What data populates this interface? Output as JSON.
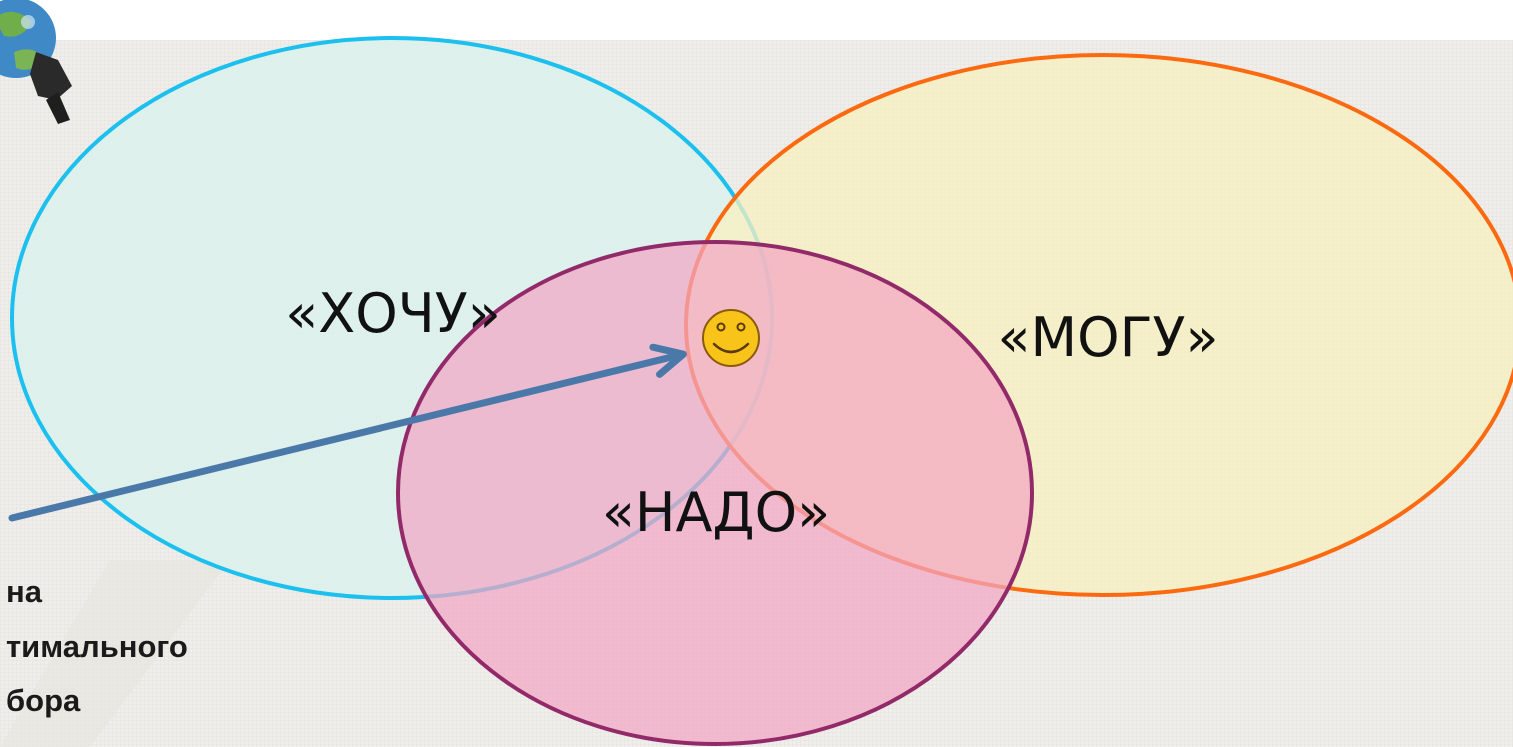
{
  "colors": {
    "background": "#efeeea",
    "want_stroke": "#1cc0ee",
    "want_fill": "#d9f1ee",
    "can_stroke": "#fb6a10",
    "can_fill": "#f8f0bf",
    "need_stroke": "#922a6a",
    "need_fill": "#f2a6c4",
    "arrow": "#4a79a9",
    "smiley_fill": "#f9c41a",
    "smiley_stroke": "#8a5a10"
  },
  "icons": {
    "corner": "globe-figure-icon",
    "smiley": "smiley-icon"
  },
  "diagram": {
    "want_label": "«ХОЧУ»",
    "can_label": "«МОГУ»",
    "need_label": "«НАДО»",
    "zone_caption": [
      "на",
      "тимального",
      "бора"
    ]
  }
}
